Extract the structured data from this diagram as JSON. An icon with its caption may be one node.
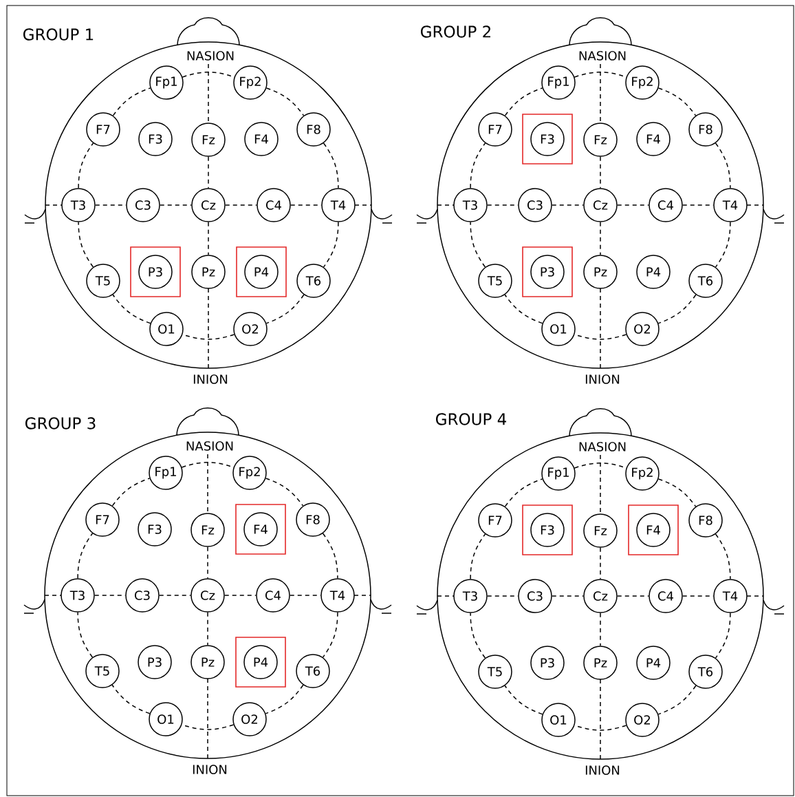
{
  "diagram": {
    "nodes": [
      {
        "text": [
          "GROUP 1",
          "NASION",
          "INION"
        ]
      },
      {
        "text": [
          "Fp1"
        ],
        "in": 0
      },
      {
        "text": [
          "Fp2"
        ],
        "in": 0
      },
      {
        "text": [
          "F7"
        ],
        "in": 0
      },
      {
        "text": [
          "F3"
        ],
        "in": 0
      },
      {
        "text": [
          "Fz"
        ],
        "in": 0
      },
      {
        "text": [
          "F4"
        ],
        "in": 0
      },
      {
        "text": [
          "F8"
        ],
        "in": 0
      },
      {
        "text": [
          "T3"
        ],
        "in": 0
      },
      {
        "text": [
          "C3"
        ],
        "in": 0
      },
      {
        "text": [
          "Cz"
        ],
        "in": 0
      },
      {
        "text": [
          "C4"
        ],
        "in": 0
      },
      {
        "text": [
          "T4"
        ],
        "in": 0
      },
      {
        "text": [
          "T5"
        ],
        "in": 0
      },
      {
        "text": [],
        "shape": "box",
        "in": 0
      },
      {
        "text": [
          "P3"
        ],
        "in": 14
      },
      {
        "text": [
          "Pz"
        ],
        "in": 0
      },
      {
        "text": [],
        "shape": "box",
        "in": 0
      },
      {
        "text": [
          "P4"
        ],
        "in": 17
      },
      {
        "text": [
          "T6"
        ],
        "in": 0
      },
      {
        "text": [
          "O1"
        ],
        "in": 0
      },
      {
        "text": [
          "O2"
        ],
        "in": 0
      },
      {
        "text": [
          "GROUP 2",
          "NASION",
          "INION"
        ]
      },
      {
        "text": [
          "Fp1"
        ],
        "in": 22
      },
      {
        "text": [
          "Fp2"
        ],
        "in": 22
      },
      {
        "text": [
          "F7"
        ],
        "in": 22
      },
      {
        "text": [],
        "shape": "box",
        "in": 22
      },
      {
        "text": [
          "F3"
        ],
        "in": 26
      },
      {
        "text": [
          "Fz"
        ],
        "in": 22
      },
      {
        "text": [
          "F4"
        ],
        "in": 22
      },
      {
        "text": [
          "F8"
        ],
        "in": 22
      },
      {
        "text": [
          "T3"
        ],
        "in": 22
      },
      {
        "text": [
          "C3"
        ],
        "in": 22
      },
      {
        "text": [
          "Cz"
        ],
        "in": 22
      },
      {
        "text": [
          "C4"
        ],
        "in": 22
      },
      {
        "text": [
          "T4"
        ],
        "in": 22
      },
      {
        "text": [
          "T5"
        ],
        "in": 22
      },
      {
        "text": [],
        "shape": "box",
        "in": 22
      },
      {
        "text": [
          "P3"
        ],
        "in": 37
      },
      {
        "text": [
          "Pz"
        ],
        "in": 22
      },
      {
        "text": [
          "P4"
        ],
        "in": 22
      },
      {
        "text": [
          "T6"
        ],
        "in": 22
      },
      {
        "text": [
          "O1"
        ],
        "in": 22
      },
      {
        "text": [
          "O2"
        ],
        "in": 22
      },
      {
        "text": [
          "GROUP 3",
          "NASION",
          "INION"
        ]
      },
      {
        "text": [
          "Fp1"
        ],
        "in": 44
      },
      {
        "text": [
          "Fp2"
        ],
        "in": 44
      },
      {
        "text": [
          "F7"
        ],
        "in": 44
      },
      {
        "text": [
          "F3"
        ],
        "in": 44
      },
      {
        "text": [
          "Fz"
        ],
        "in": 44
      },
      {
        "text": [],
        "shape": "box",
        "in": 44
      },
      {
        "text": [
          "F4"
        ],
        "in": 50
      },
      {
        "text": [
          "F8"
        ],
        "in": 44
      },
      {
        "text": [
          "T3"
        ],
        "in": 44
      },
      {
        "text": [
          "C3"
        ],
        "in": 44
      },
      {
        "text": [
          "Cz"
        ],
        "in": 44
      },
      {
        "text": [
          "C4"
        ],
        "in": 44
      },
      {
        "text": [
          "T4"
        ],
        "in": 44
      },
      {
        "text": [
          "T5"
        ],
        "in": 44
      },
      {
        "text": [
          "P3"
        ],
        "in": 44
      },
      {
        "text": [
          "Pz"
        ],
        "in": 44
      },
      {
        "text": [],
        "shape": "box",
        "in": 44
      },
      {
        "text": [
          "P4"
        ],
        "in": 61
      },
      {
        "text": [
          "T6"
        ],
        "in": 44
      },
      {
        "text": [
          "O1"
        ],
        "in": 44
      },
      {
        "text": [
          "O2"
        ],
        "in": 44
      },
      {
        "text": [
          "GROUP 4",
          "NASION",
          "INION"
        ]
      },
      {
        "text": [
          "Fp1"
        ],
        "in": 66
      },
      {
        "text": [
          "Fp2"
        ],
        "in": 66
      },
      {
        "text": [
          "F7"
        ],
        "in": 66
      },
      {
        "text": [],
        "shape": "box",
        "in": 66
      },
      {
        "text": [
          "F3"
        ],
        "in": 70
      },
      {
        "text": [
          "Fz"
        ],
        "in": 66
      },
      {
        "text": [],
        "shape": "box",
        "in": 66
      },
      {
        "text": [
          "F4"
        ],
        "in": 73
      },
      {
        "text": [
          "F8"
        ],
        "in": 66
      },
      {
        "text": [
          "T3"
        ],
        "in": 66
      },
      {
        "text": [
          "C3"
        ],
        "in": 66
      },
      {
        "text": [
          "Cz"
        ],
        "in": 66
      },
      {
        "text": [
          "C4"
        ],
        "in": 66
      },
      {
        "text": [
          "T4"
        ],
        "in": 66
      },
      {
        "text": [
          "T5"
        ],
        "in": 66
      },
      {
        "text": [
          "P3"
        ],
        "in": 66
      },
      {
        "text": [
          "Pz"
        ],
        "in": 66
      },
      {
        "text": [
          "P4"
        ],
        "in": 66
      },
      {
        "text": [
          "T6"
        ],
        "in": 66
      },
      {
        "text": [
          "O1"
        ],
        "in": 66
      },
      {
        "text": [
          "O2"
        ],
        "in": 66
      }
    ],
    "edges": [
      {
        "from": 1,
        "to": 2,
        "arrow": "none"
      },
      {
        "from": 2,
        "to": 7,
        "arrow": "none"
      },
      {
        "from": 7,
        "to": 12,
        "arrow": "none"
      },
      {
        "from": 12,
        "to": 19,
        "arrow": "none"
      },
      {
        "from": 19,
        "to": 21,
        "arrow": "none"
      },
      {
        "from": 21,
        "to": 20,
        "arrow": "none"
      },
      {
        "from": 20,
        "to": 13,
        "arrow": "none"
      },
      {
        "from": 13,
        "to": 8,
        "arrow": "none"
      },
      {
        "from": 8,
        "to": 3,
        "arrow": "none"
      },
      {
        "from": 3,
        "to": 1,
        "arrow": "none"
      },
      {
        "from": 8,
        "to": 9,
        "arrow": "none"
      },
      {
        "from": 9,
        "to": 10,
        "arrow": "none"
      },
      {
        "from": 10,
        "to": 11,
        "arrow": "none"
      },
      {
        "from": 11,
        "to": 12,
        "arrow": "none"
      },
      {
        "from": 5,
        "to": 10,
        "arrow": "none"
      },
      {
        "from": 10,
        "to": 16,
        "arrow": "none"
      },
      {
        "from": 23,
        "to": 24,
        "arrow": "none"
      },
      {
        "from": 24,
        "to": 30,
        "arrow": "none"
      },
      {
        "from": 30,
        "to": 35,
        "arrow": "none"
      },
      {
        "from": 35,
        "to": 41,
        "arrow": "none"
      },
      {
        "from": 41,
        "to": 43,
        "arrow": "none"
      },
      {
        "from": 43,
        "to": 42,
        "arrow": "none"
      },
      {
        "from": 42,
        "to": 36,
        "arrow": "none"
      },
      {
        "from": 36,
        "to": 31,
        "arrow": "none"
      },
      {
        "from": 31,
        "to": 25,
        "arrow": "none"
      },
      {
        "from": 25,
        "to": 23,
        "arrow": "none"
      },
      {
        "from": 31,
        "to": 32,
        "arrow": "none"
      },
      {
        "from": 32,
        "to": 33,
        "arrow": "none"
      },
      {
        "from": 33,
        "to": 34,
        "arrow": "none"
      },
      {
        "from": 34,
        "to": 35,
        "arrow": "none"
      },
      {
        "from": 28,
        "to": 33,
        "arrow": "none"
      },
      {
        "from": 33,
        "to": 39,
        "arrow": "none"
      },
      {
        "from": 45,
        "to": 46,
        "arrow": "none"
      },
      {
        "from": 46,
        "to": 52,
        "arrow": "none"
      },
      {
        "from": 52,
        "to": 57,
        "arrow": "none"
      },
      {
        "from": 57,
        "to": 63,
        "arrow": "none"
      },
      {
        "from": 63,
        "to": 65,
        "arrow": "none"
      },
      {
        "from": 65,
        "to": 64,
        "arrow": "none"
      },
      {
        "from": 64,
        "to": 58,
        "arrow": "none"
      },
      {
        "from": 58,
        "to": 53,
        "arrow": "none"
      },
      {
        "from": 53,
        "to": 47,
        "arrow": "none"
      },
      {
        "from": 47,
        "to": 45,
        "arrow": "none"
      },
      {
        "from": 53,
        "to": 54,
        "arrow": "none"
      },
      {
        "from": 54,
        "to": 55,
        "arrow": "none"
      },
      {
        "from": 55,
        "to": 56,
        "arrow": "none"
      },
      {
        "from": 56,
        "to": 57,
        "arrow": "none"
      },
      {
        "from": 49,
        "to": 55,
        "arrow": "none"
      },
      {
        "from": 55,
        "to": 60,
        "arrow": "none"
      },
      {
        "from": 67,
        "to": 68,
        "arrow": "none"
      },
      {
        "from": 68,
        "to": 75,
        "arrow": "none"
      },
      {
        "from": 75,
        "to": 80,
        "arrow": "none"
      },
      {
        "from": 80,
        "to": 85,
        "arrow": "none"
      },
      {
        "from": 85,
        "to": 87,
        "arrow": "none"
      },
      {
        "from": 87,
        "to": 86,
        "arrow": "none"
      },
      {
        "from": 86,
        "to": 81,
        "arrow": "none"
      },
      {
        "from": 81,
        "to": 76,
        "arrow": "none"
      },
      {
        "from": 76,
        "to": 69,
        "arrow": "none"
      },
      {
        "from": 69,
        "to": 67,
        "arrow": "none"
      },
      {
        "from": 76,
        "to": 77,
        "arrow": "none"
      },
      {
        "from": 77,
        "to": 78,
        "arrow": "none"
      },
      {
        "from": 78,
        "to": 79,
        "arrow": "none"
      },
      {
        "from": 79,
        "to": 80,
        "arrow": "none"
      },
      {
        "from": 72,
        "to": 78,
        "arrow": "none"
      },
      {
        "from": 78,
        "to": 83,
        "arrow": "none"
      }
    ]
  }
}
